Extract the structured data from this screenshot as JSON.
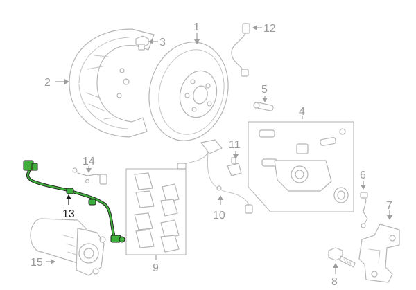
{
  "diagram": {
    "callouts": {
      "c1": "1",
      "c2": "2",
      "c3": "3",
      "c4": "4",
      "c5": "5",
      "c6": "6",
      "c7": "7",
      "c8": "8",
      "c9": "9",
      "c10": "10",
      "c11": "11",
      "c12": "12",
      "c13": "13",
      "c14": "14",
      "c15": "15"
    },
    "highlighted_part": "13",
    "colors": {
      "highlight": "#3fae3a",
      "line": "#b5b5b5",
      "callout_text": "#9a9a9a"
    }
  }
}
